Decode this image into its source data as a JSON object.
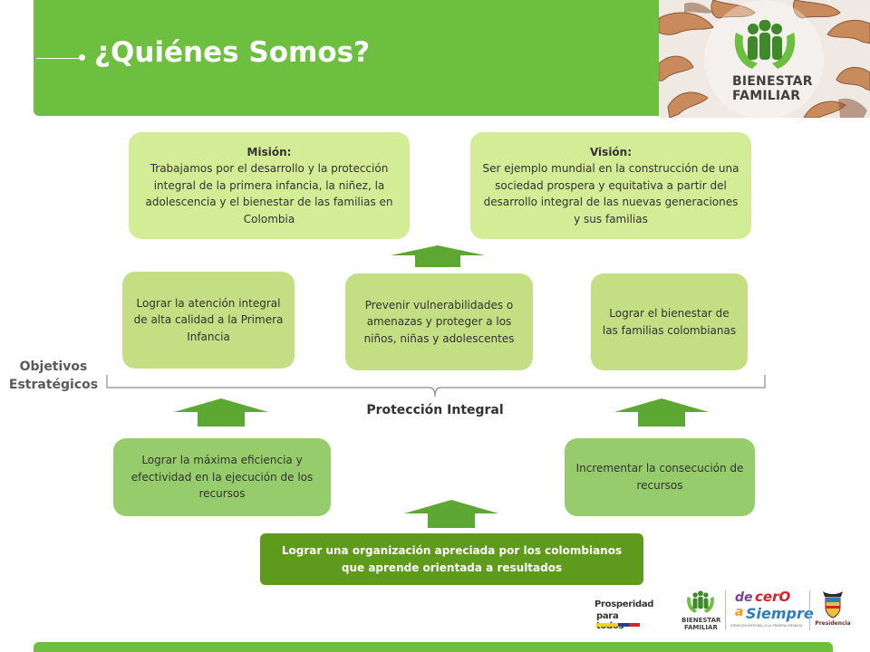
{
  "header": {
    "title": "¿Quiénes Somos?"
  },
  "logo": {
    "line1": "BIENESTAR",
    "line2": "FAMILIAR"
  },
  "mission": {
    "heading": "Misión:",
    "text": "Trabajamos por el  desarrollo y la protección integral de la primera infancia, la niñez, la adolescencia  y el bienestar de las familias en Colombia"
  },
  "vision": {
    "heading": "Visión:",
    "text": "Ser ejemplo mundial en la construcción de una sociedad prospera y equitativa a partir del desarrollo integral de las nuevas generaciones y sus familias"
  },
  "objectives": {
    "label_line1": "Objetivos",
    "label_line2": "Estratégicos",
    "items": [
      "Lograr la atención integral de alta calidad a la Primera Infancia",
      "Prevenir vulnerabilidades o amenazas y proteger a los niños, niñas y adolescentes",
      "Lograr el  bienestar de las familias colombianas"
    ]
  },
  "protection": {
    "label": "Protección Integral"
  },
  "support": {
    "left": "Lograr la máxima eficiencia  y efectividad en la ejecución de los recursos",
    "right": "Incrementar la consecución de recursos"
  },
  "base": {
    "text": "Lograr una organización apreciada por los colombianos que aprende orientada a resultados"
  },
  "footer_logos": {
    "prosperidad_line1": "Prosperidad",
    "prosperidad_line2": "para todos",
    "bienestar_line1": "BIENESTAR",
    "bienestar_line2": "FAMILIAR",
    "decero_de": "de",
    "decero_cero": "cerO",
    "decero_a": "a",
    "decero_siempre": "Siempre",
    "decero_sub": "ATENCIÓN INTEGRAL A LA PRIMERA INFANCIA",
    "presidencia": "Presidencia"
  },
  "colors": {
    "brand_green": "#6cbf3f",
    "pale_box": "#d3ec96",
    "mid_box": "#c3de83",
    "soft_box": "#96cc6b",
    "dark_box": "#5e9a1c",
    "arrow": "#5da832"
  }
}
